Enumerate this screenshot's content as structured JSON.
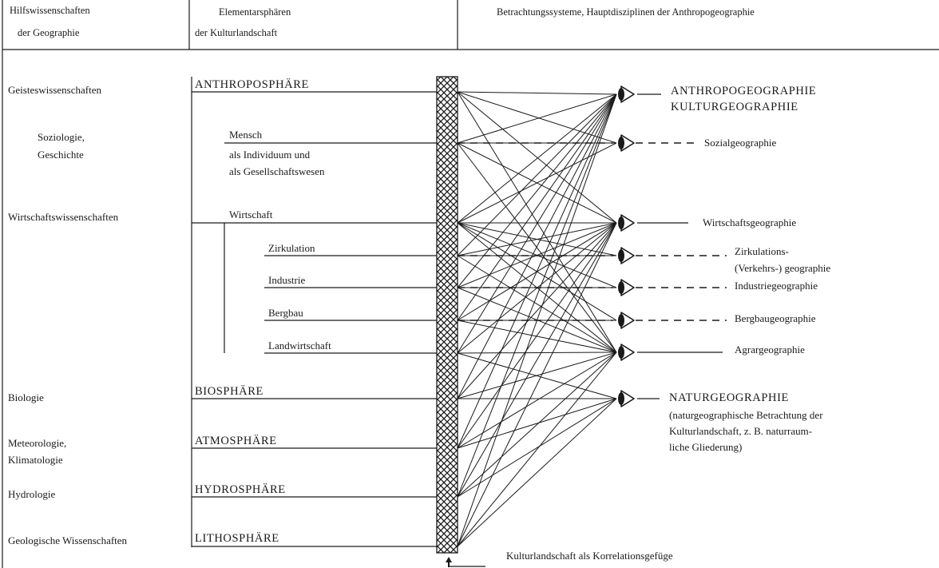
{
  "headers": {
    "col1_line1": "Hilfswissenschaften",
    "col1_line2": "der Geographie",
    "col2_line1": "Elementarsphären",
    "col2_line2": "der Kulturlandschaft",
    "col3": "Betrachtungssysteme, Hauptdisziplinen der Anthropogeographie"
  },
  "sciences": {
    "geisteswissenschaften": "Geisteswissenschaften",
    "soziologie": "Soziologie,",
    "geschichte": "Geschichte",
    "wirtschaftswissenschaften": "Wirtschaftswissenschaften",
    "biologie": "Biologie",
    "meteorologie": "Meteorologie,",
    "klimatologie": "Klimatologie",
    "hydrologie": "Hydrologie",
    "geologie": "Geologische Wissenschaften"
  },
  "spheres": {
    "anthroposphaere": "ANTHROPOSPHÄRE",
    "mensch": "Mensch",
    "mensch_line2": "als Individuum und",
    "mensch_line3": "als Gesellschaftswesen",
    "wirtschaft": "Wirtschaft",
    "zirkulation": "Zirkulation",
    "industrie": "Industrie",
    "bergbau": "Bergbau",
    "landwirtschaft": "Landwirtschaft",
    "biosphaere": "BIOSPHÄRE",
    "atmosphaere": "ATMOSPHÄRE",
    "hydrosphaere": "HYDROSPHÄRE",
    "lithosphaere": "LITHOSPHÄRE"
  },
  "disciplines": {
    "anthropogeographie": "ANTHROPOGEOGRAPHIE",
    "kulturgeographie": "KULTURGEOGRAPHIE",
    "sozialgeographie": "Sozialgeographie",
    "wirtschaftsgeographie": "Wirtschaftsgeographie",
    "zirkulations_line1": "Zirkulations-",
    "zirkulations_line2": "(Verkehrs-) geographie",
    "industriegeographie": "Industriegeographie",
    "bergbaugeographie": "Bergbaugeographie",
    "agrargeographie": "Agrargeographie",
    "naturgeographie": "NATURGEOGRAPHIE",
    "natur_note_line1": "(naturgeographische Betrachtung der",
    "natur_note_line2": "Kulturlandschaft, z. B. naturraum-",
    "natur_note_line3": "liche Gliederung)"
  },
  "footer": {
    "korrelation": "Kulturlandschaft als Korrelationsgefüge"
  },
  "connections": {
    "sources": [
      "anthroposphaere",
      "mensch",
      "wirtschaft",
      "zirkulation",
      "industrie",
      "bergbau",
      "landwirtschaft",
      "biosphaere",
      "atmosphaere",
      "hydrosphaere",
      "lithosphaere"
    ],
    "targets": [
      "anthropogeographie",
      "sozialgeographie",
      "wirtschaftsgeographie",
      "zirkulationsgeographie",
      "industriegeographie",
      "bergbaugeographie",
      "agrargeographie",
      "naturgeographie"
    ],
    "links": [
      [
        "anthroposphaere",
        "anthropogeographie"
      ],
      [
        "anthroposphaere",
        "sozialgeographie"
      ],
      [
        "anthroposphaere",
        "wirtschaftsgeographie"
      ],
      [
        "anthroposphaere",
        "agrargeographie"
      ],
      [
        "mensch",
        "anthropogeographie"
      ],
      [
        "mensch",
        "sozialgeographie"
      ],
      [
        "mensch",
        "wirtschaftsgeographie"
      ],
      [
        "mensch",
        "agrargeographie"
      ],
      [
        "wirtschaft",
        "anthropogeographie"
      ],
      [
        "wirtschaft",
        "sozialgeographie"
      ],
      [
        "wirtschaft",
        "wirtschaftsgeographie"
      ],
      [
        "wirtschaft",
        "zirkulationsgeographie"
      ],
      [
        "wirtschaft",
        "industriegeographie"
      ],
      [
        "wirtschaft",
        "bergbaugeographie"
      ],
      [
        "wirtschaft",
        "agrargeographie"
      ],
      [
        "zirkulation",
        "anthropogeographie"
      ],
      [
        "zirkulation",
        "wirtschaftsgeographie"
      ],
      [
        "zirkulation",
        "zirkulationsgeographie"
      ],
      [
        "zirkulation",
        "agrargeographie"
      ],
      [
        "industrie",
        "anthropogeographie"
      ],
      [
        "industrie",
        "wirtschaftsgeographie"
      ],
      [
        "industrie",
        "industriegeographie"
      ],
      [
        "industrie",
        "agrargeographie"
      ],
      [
        "bergbau",
        "anthropogeographie"
      ],
      [
        "bergbau",
        "wirtschaftsgeographie"
      ],
      [
        "bergbau",
        "bergbaugeographie"
      ],
      [
        "bergbau",
        "agrargeographie"
      ],
      [
        "landwirtschaft",
        "anthropogeographie"
      ],
      [
        "landwirtschaft",
        "wirtschaftsgeographie"
      ],
      [
        "landwirtschaft",
        "agrargeographie"
      ],
      [
        "landwirtschaft",
        "naturgeographie"
      ],
      [
        "biosphaere",
        "anthropogeographie"
      ],
      [
        "biosphaere",
        "wirtschaftsgeographie"
      ],
      [
        "biosphaere",
        "agrargeographie"
      ],
      [
        "biosphaere",
        "naturgeographie"
      ],
      [
        "atmosphaere",
        "anthropogeographie"
      ],
      [
        "atmosphaere",
        "wirtschaftsgeographie"
      ],
      [
        "atmosphaere",
        "agrargeographie"
      ],
      [
        "atmosphaere",
        "naturgeographie"
      ],
      [
        "hydrosphaere",
        "anthropogeographie"
      ],
      [
        "hydrosphaere",
        "wirtschaftsgeographie"
      ],
      [
        "hydrosphaere",
        "agrargeographie"
      ],
      [
        "hydrosphaere",
        "naturgeographie"
      ],
      [
        "lithosphaere",
        "anthropogeographie"
      ],
      [
        "lithosphaere",
        "wirtschaftsgeographie"
      ],
      [
        "lithosphaere",
        "agrargeographie"
      ],
      [
        "lithosphaere",
        "naturgeographie"
      ]
    ],
    "dashed": [
      "sozialgeographie",
      "zirkulationsgeographie",
      "industriegeographie",
      "bergbaugeographie"
    ]
  }
}
